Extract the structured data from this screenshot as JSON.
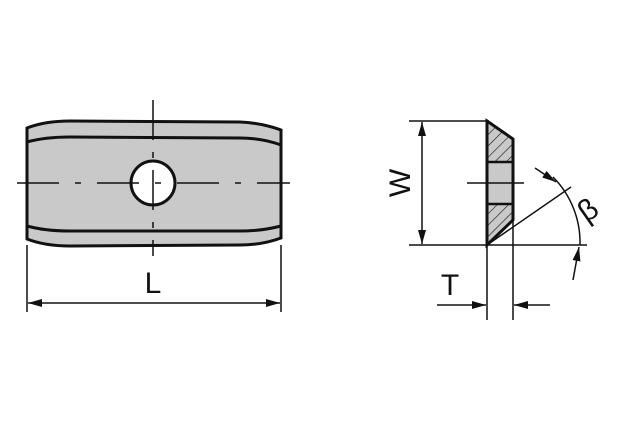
{
  "labels": {
    "length": "L",
    "width": "W",
    "thickness": "T",
    "angle": "β"
  },
  "colors": {
    "body_fill": "#c9c9c9",
    "stroke": "#111111"
  }
}
